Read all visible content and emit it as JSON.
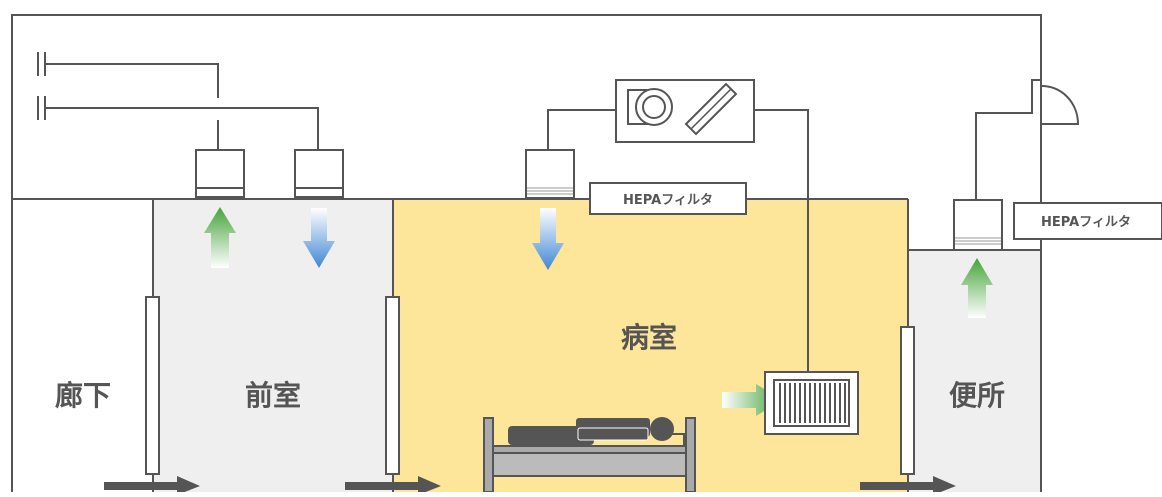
{
  "rooms": {
    "corridor": "廊下",
    "anteroom": "前室",
    "patient_room": "病室",
    "toilet": "便所"
  },
  "labels": {
    "hepa_room": "HEPAフィルタ",
    "hepa_toilet": "HEPAフィルタ"
  },
  "colors": {
    "patient_room_fill": "#fde59a",
    "anteroom_fill": "#efefef",
    "toilet_fill": "#efefef",
    "wall": "#555555",
    "exhaust_arrow": "green-gradient",
    "supply_arrow": "blue-gradient",
    "door_flow_arrow": "#555555"
  },
  "icons": {
    "air_handler": "fan-and-filter-unit",
    "exhaust_hood": "roof-exhaust-hood",
    "bed": "patient-bed",
    "return_grille": "return-air-grille"
  }
}
